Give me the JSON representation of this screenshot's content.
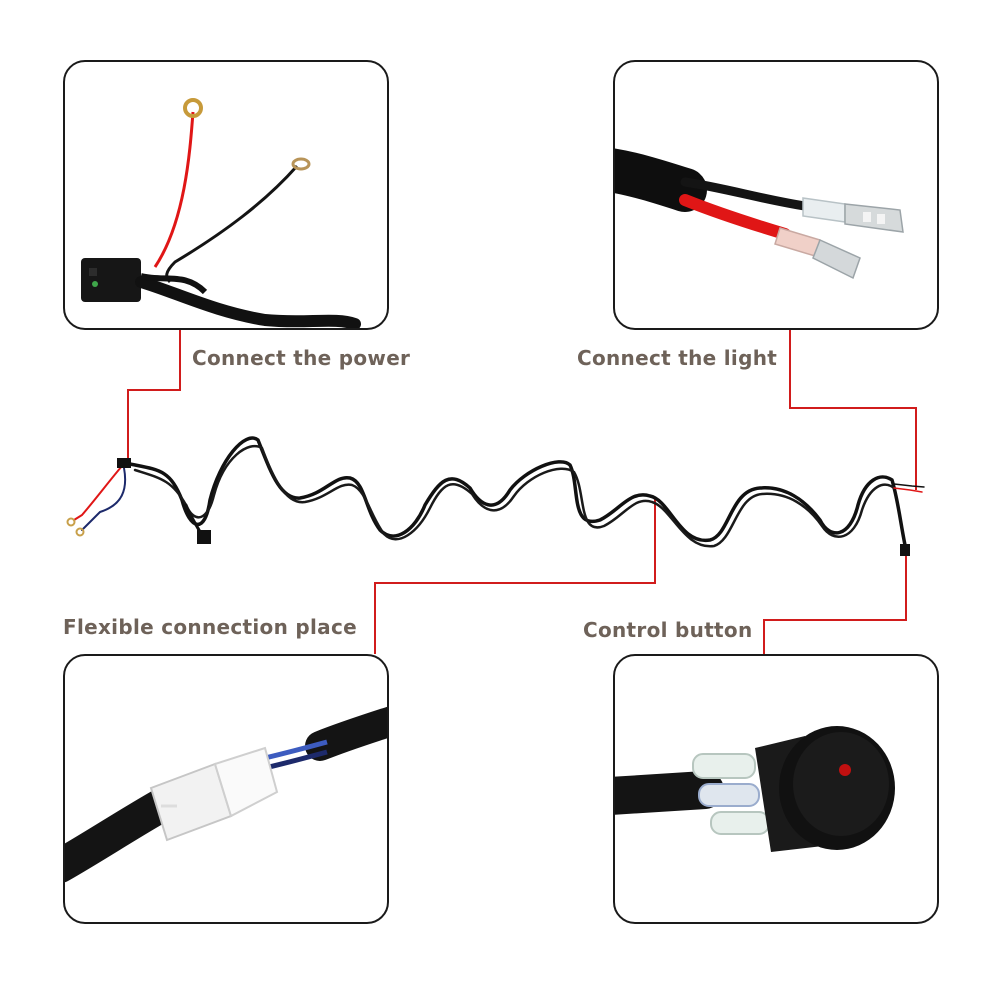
{
  "labels": {
    "power": "Connect the power",
    "light": "Connect the light",
    "flex": "Flexible connection place",
    "control": "Control button"
  },
  "colors": {
    "callout_line": "#d11c1c",
    "label_text": "#6e6259",
    "panel_border": "#1a1a1a",
    "wire_black": "#111111",
    "wire_red": "#e01616"
  }
}
